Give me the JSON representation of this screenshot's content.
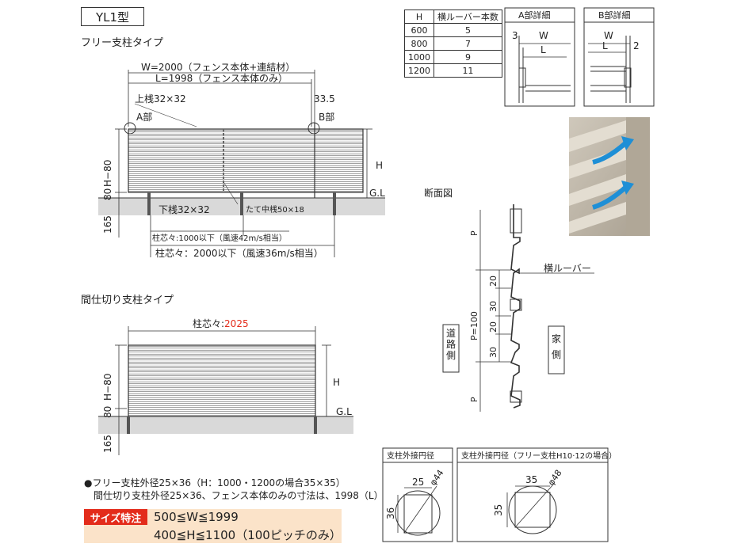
{
  "title": "YL1型",
  "free": {
    "heading": "フリー支柱タイプ",
    "w_label": "W=2000（フェンス本体+連結材）",
    "l_label": "L=1998（フェンス本体のみ）",
    "top_rail": "上桟32×32",
    "dim_335": "33.5",
    "a_part": "A部",
    "b_part": "B部",
    "h_label": "H",
    "h80": "H−80",
    "d80": "80",
    "d165": "165",
    "gl": "G.L",
    "bottom_rail": "下桟32×32",
    "mid_rail": "たて中桟50×18",
    "pitch1": "柱芯々:1000以下（風速42m/s相当）",
    "pitch2": "柱芯々：2000以下（風速36m/s相当）"
  },
  "partition": {
    "heading": "間仕切り支柱タイプ",
    "pitch_prefix": "柱芯々:",
    "pitch_value": "2025",
    "pitch_color": "#e32c1b",
    "h_label": "H",
    "h80": "H−80",
    "d80": "80",
    "d165": "165",
    "gl": "G.L"
  },
  "louver_table": {
    "headers": [
      "H",
      "横ルーバー本数"
    ],
    "rows": [
      [
        "600",
        "5"
      ],
      [
        "800",
        "7"
      ],
      [
        "1000",
        "9"
      ],
      [
        "1200",
        "11"
      ]
    ]
  },
  "detail_a": {
    "title": "A部詳細",
    "d3": "3",
    "w": "W",
    "l": "L"
  },
  "detail_b": {
    "title": "B部詳細",
    "w": "W",
    "l": "L",
    "d2": "2"
  },
  "section": {
    "title": "断面図",
    "louver": "横ルーバー",
    "p": "P",
    "p100": "P=100",
    "d20a": "20",
    "d30a": "30",
    "d20b": "20",
    "d30b": "30",
    "road_side": "道路側",
    "house_side": "家側"
  },
  "circle1": {
    "title": "支柱外接円径",
    "w": "25",
    "dia": "φ44",
    "h": "36"
  },
  "circle2": {
    "title": "支柱外接円径（フリー支柱H10·12の場合）",
    "w": "35",
    "dia": "φ48",
    "h": "35"
  },
  "notes": {
    "line1": "●フリー支柱外径25×36（H：1000・1200の場合35×35）",
    "line2": "間仕切り支柱外径25×36、フェンス本体のみの寸法は、1998（L）"
  },
  "size": {
    "badge": "サイズ特注",
    "line1": "500≦W≦1999",
    "line2": "400≦H≦1100（100ピッチのみ）",
    "badge_color": "#e32c1b",
    "box_color": "#fbe3c9"
  }
}
